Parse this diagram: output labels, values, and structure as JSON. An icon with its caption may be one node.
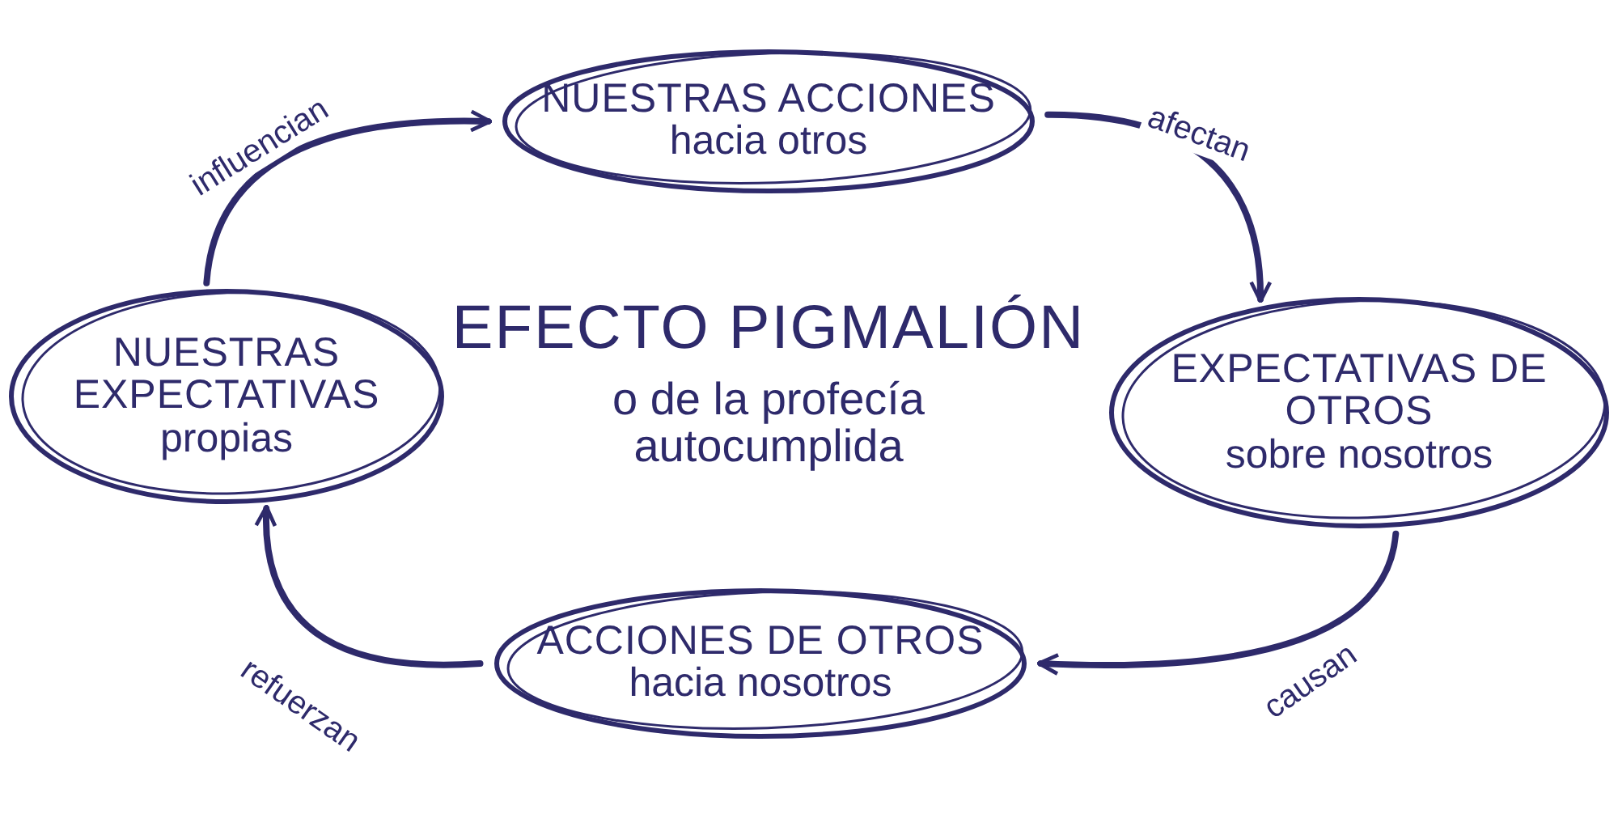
{
  "diagram": {
    "title": "EFECTO PIGMALIÓN",
    "nodes": [
      {
        "text": [
          "NUESTRAS ACCIONES",
          "hacia otros"
        ]
      },
      {
        "text": [
          "EXPECTATIVAS DE OTROS",
          "sobre nosotros"
        ]
      },
      {
        "text": [
          "ACCIONES DE OTROS",
          "hacia nosotros"
        ]
      },
      {
        "text": [
          "NUESTRAS EXPECTATIVAS",
          "propias"
        ]
      }
    ],
    "edges": [
      {
        "from": 0,
        "to": 1,
        "arrow": "to",
        "label": "afectan"
      },
      {
        "from": 1,
        "to": 2,
        "arrow": "to",
        "label": "causan"
      },
      {
        "from": 2,
        "to": 3,
        "arrow": "to",
        "label": "refuerzan"
      },
      {
        "from": 3,
        "to": 0,
        "arrow": "to",
        "label": "influencian"
      }
    ],
    "labels": [
      "o de la profecía autocumplida"
    ]
  }
}
